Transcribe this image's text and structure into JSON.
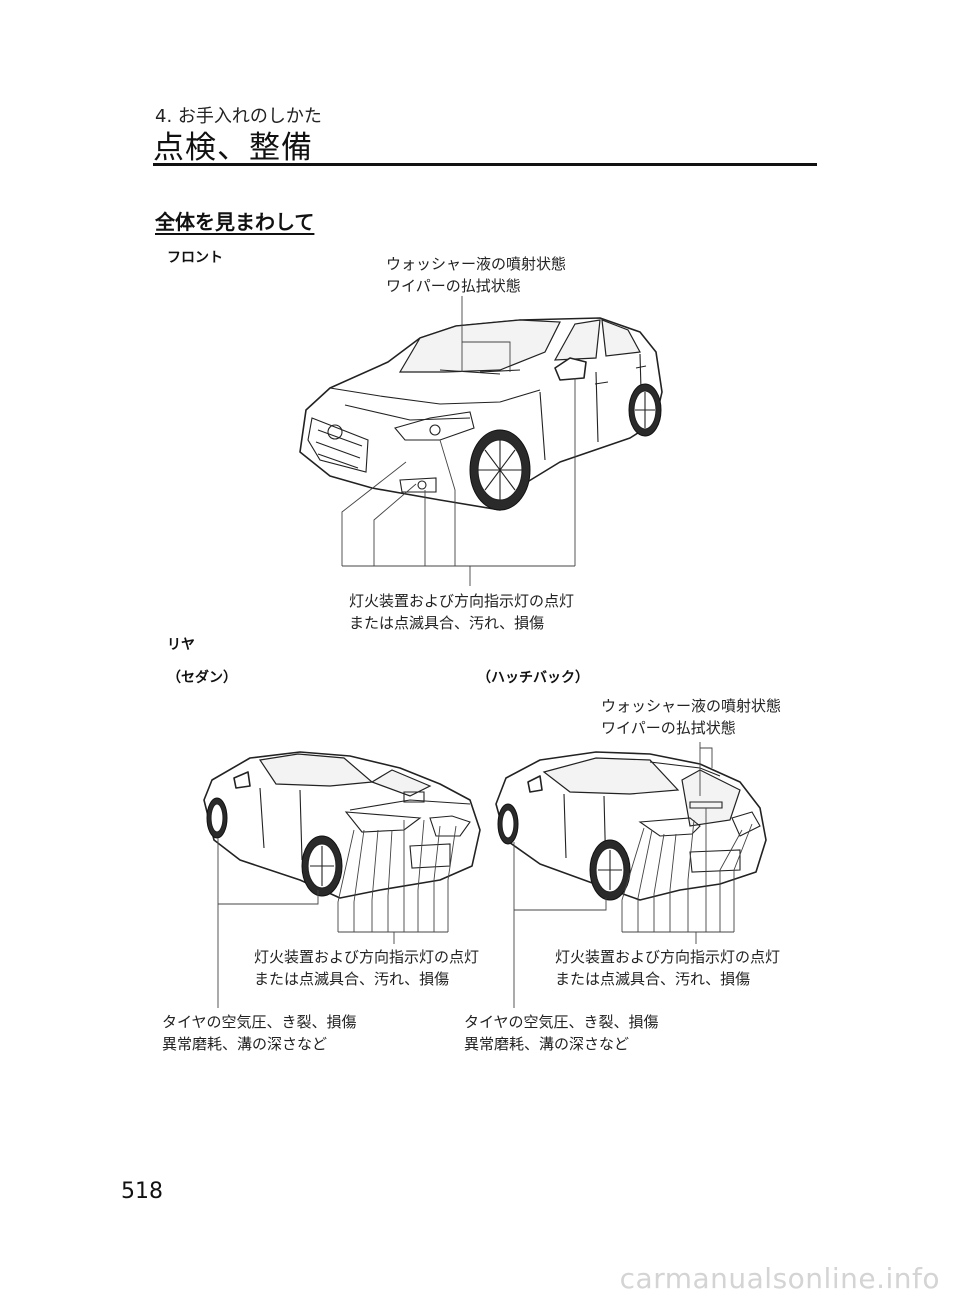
{
  "header": {
    "section_number": "4. お手入れのしかた",
    "section_title": "点検、整備"
  },
  "heading": "全体を見まわして",
  "front": {
    "label": "フロント",
    "caption_top": [
      "ウォッシャー液の噴射状態",
      "ワイパーの払拭状態"
    ],
    "caption_bottom": [
      "灯火装置および方向指示灯の点灯",
      "または点滅具合、汚れ、損傷"
    ]
  },
  "rear": {
    "label": "リヤ",
    "sedan": {
      "label": "（セダン）",
      "caption_lights": [
        "灯火装置および方向指示灯の点灯",
        "または点滅具合、汚れ、損傷"
      ],
      "caption_tire": [
        "タイヤの空気圧、き裂、損傷",
        "異常磨耗、溝の深さなど"
      ]
    },
    "hatchback": {
      "label": "（ハッチバック）",
      "caption_top": [
        "ウォッシャー液の噴射状態",
        "ワイパーの払拭状態"
      ],
      "caption_lights": [
        "灯火装置および方向指示灯の点灯",
        "または点滅具合、汚れ、損傷"
      ],
      "caption_tire": [
        "タイヤの空気圧、き裂、損傷",
        "異常磨耗、溝の深さなど"
      ]
    }
  },
  "page_number": "518",
  "watermark": "carmanualsonline.info"
}
